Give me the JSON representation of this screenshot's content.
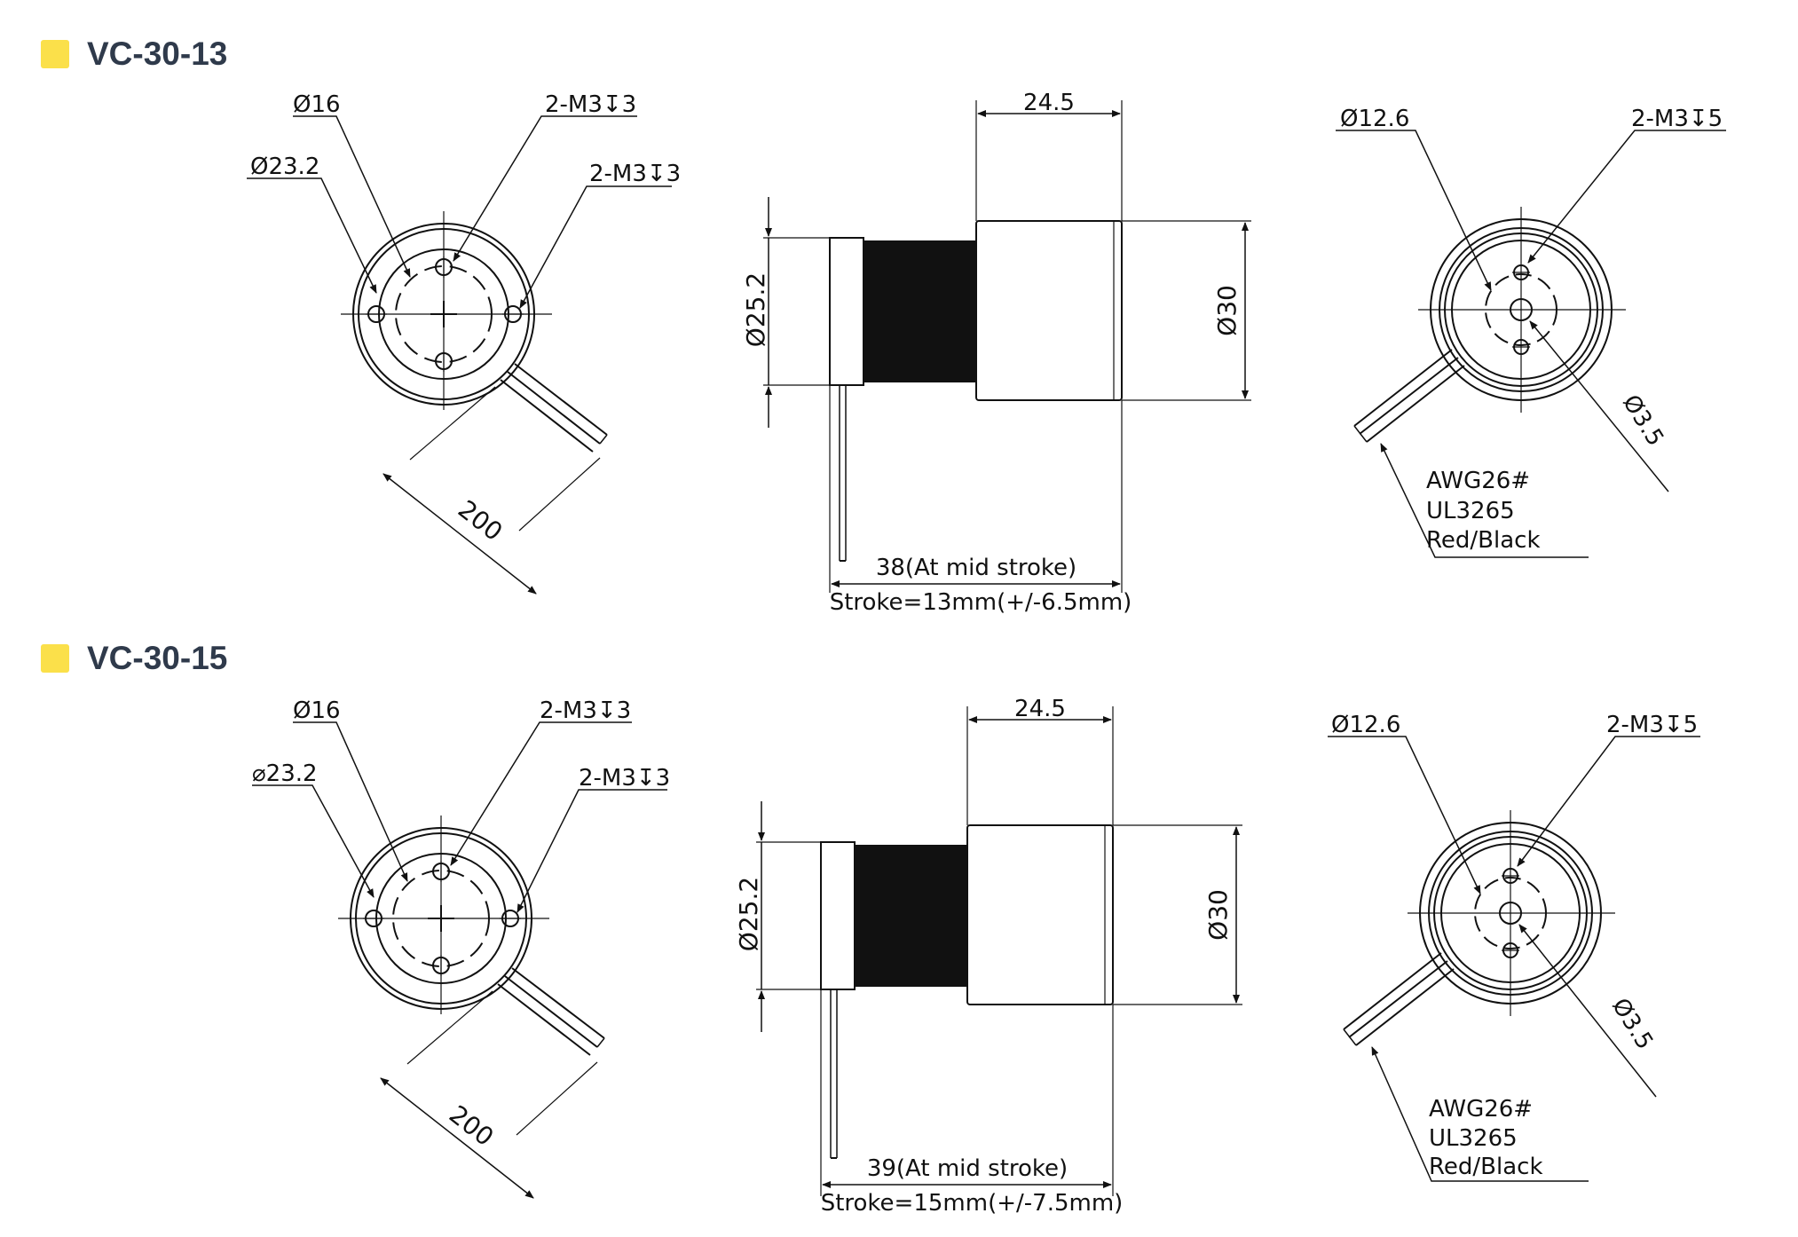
{
  "models": [
    {
      "title": "VC-30-13",
      "accent": "#fbe04a",
      "front": {
        "d_inner": "Ø16",
        "d_outer": "Ø23.2",
        "tap_top": "2-M3↧3",
        "tap_right": "2-M3↧3",
        "lead_length": "200"
      },
      "side": {
        "width": "24.5",
        "d_coil": "Ø25.2",
        "d_body": "Ø30",
        "length": "38(At mid stroke)",
        "stroke": "Stroke=13mm(+/-6.5mm)"
      },
      "rear": {
        "d_bolt": "Ø12.6",
        "tap": "2-M3↧5",
        "d_center": "Ø3.5",
        "wire_gauge": "AWG26#",
        "wire_spec": "UL3265",
        "wire_colors": "Red/Black"
      }
    },
    {
      "title": "VC-30-15",
      "accent": "#fbe04a",
      "front": {
        "d_inner": "Ø16",
        "d_outer": "⌀23.2",
        "tap_top": "2-M3↧3",
        "tap_right": "2-M3↧3",
        "lead_length": "200"
      },
      "side": {
        "width": "24.5",
        "d_coil": "Ø25.2",
        "d_body": "Ø30",
        "length": "39(At mid stroke)",
        "stroke": "Stroke=15mm(+/-7.5mm)"
      },
      "rear": {
        "d_bolt": "Ø12.6",
        "tap": "2-M3↧5",
        "d_center": "Ø3.5",
        "wire_gauge": "AWG26#",
        "wire_spec": "UL3265",
        "wire_colors": "Red/Black"
      }
    }
  ]
}
